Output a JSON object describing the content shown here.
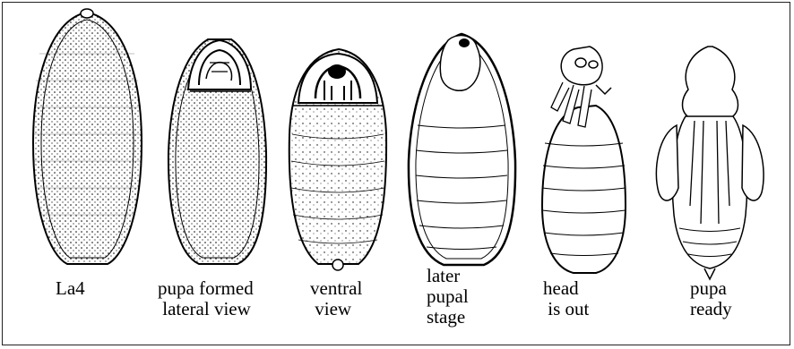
{
  "figure": {
    "stages": [
      {
        "id": "la4",
        "caption": "La4"
      },
      {
        "id": "pupa-formed",
        "caption": "pupa formed\n lateral view"
      },
      {
        "id": "ventral",
        "caption": "ventral\n view"
      },
      {
        "id": "later-pupal",
        "caption": "later\npupal\nstage"
      },
      {
        "id": "head-out",
        "caption": "head\n is out"
      },
      {
        "id": "pupa-ready",
        "caption": "pupa\nready"
      }
    ],
    "colors": {
      "ink": "#000000",
      "paper": "#ffffff"
    }
  }
}
